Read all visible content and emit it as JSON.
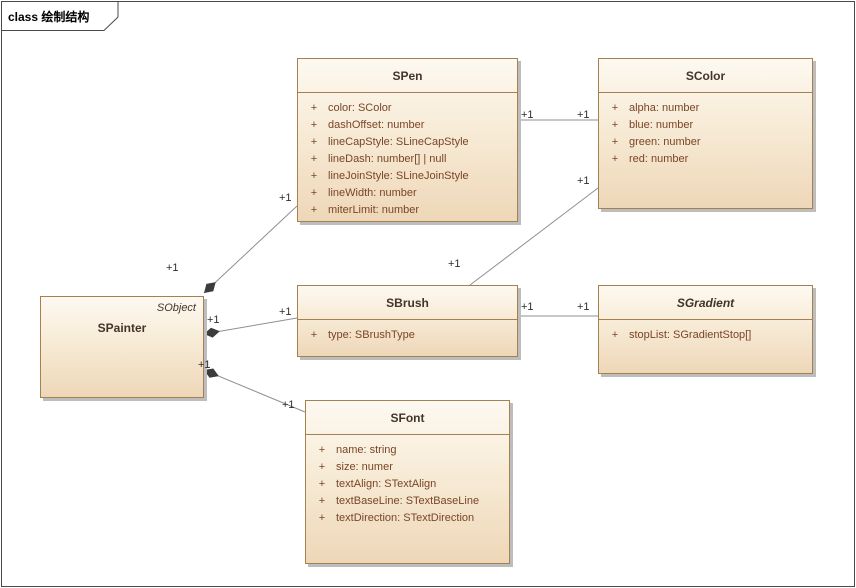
{
  "frame": {
    "tab_label": "class 绘制结构"
  },
  "colors": {
    "class_fill_top": "#fdf9f1",
    "class_fill_bottom": "#eed7b8",
    "class_border": "#a5814f",
    "title_text": "#44342a",
    "attribute_text": "#7a4526",
    "connector": "#8f8f8f",
    "diamond": "#3c3c3c"
  },
  "classes": {
    "spainter": {
      "stereotype": "SObject",
      "name": "SPainter"
    },
    "spen": {
      "name": "SPen",
      "attributes": [
        {
          "vis": "+",
          "text": "color: SColor"
        },
        {
          "vis": "+",
          "text": "dashOffset: number"
        },
        {
          "vis": "+",
          "text": "lineCapStyle: SLineCapStyle"
        },
        {
          "vis": "+",
          "text": "lineDash: number[] | null"
        },
        {
          "vis": "+",
          "text": "lineJoinStyle: SLineJoinStyle"
        },
        {
          "vis": "+",
          "text": "lineWidth: number"
        },
        {
          "vis": "+",
          "text": "miterLimit: number"
        }
      ]
    },
    "scolor": {
      "name": "SColor",
      "attributes": [
        {
          "vis": "+",
          "text": "alpha: number"
        },
        {
          "vis": "+",
          "text": "blue: number"
        },
        {
          "vis": "+",
          "text": "green: number"
        },
        {
          "vis": "+",
          "text": "red: number"
        }
      ]
    },
    "sbrush": {
      "name": "SBrush",
      "attributes": [
        {
          "vis": "+",
          "text": "type: SBrushType"
        }
      ]
    },
    "sgradient": {
      "name": "SGradient",
      "attributes": [
        {
          "vis": "+",
          "text": "stopList: SGradientStop[]"
        }
      ]
    },
    "sfont": {
      "name": "SFont",
      "attributes": [
        {
          "vis": "+",
          "text": "name: string"
        },
        {
          "vis": "+",
          "text": "size: numer"
        },
        {
          "vis": "+",
          "text": "textAlign: STextAlign"
        },
        {
          "vis": "+",
          "text": "textBaseLine: STextBaseLine"
        },
        {
          "vis": "+",
          "text": "textDirection: STextDirection"
        }
      ]
    }
  },
  "edges": [
    {
      "source": "SPainter",
      "target": "SPen",
      "type": "composition",
      "source_label": "+1",
      "target_label": "+1"
    },
    {
      "source": "SPainter",
      "target": "SBrush",
      "type": "composition",
      "source_label": "+1",
      "target_label": "+1"
    },
    {
      "source": "SPainter",
      "target": "SFont",
      "type": "composition",
      "source_label": "+1",
      "target_label": "+1"
    },
    {
      "source": "SPen",
      "target": "SColor",
      "type": "association",
      "source_label": "+1",
      "target_label": "+1"
    },
    {
      "source": "SBrush",
      "target": "SColor",
      "type": "association",
      "source_label": "+1",
      "target_label": "+1"
    },
    {
      "source": "SBrush",
      "target": "SGradient",
      "type": "association",
      "source_label": "+1",
      "target_label": "+1"
    }
  ]
}
